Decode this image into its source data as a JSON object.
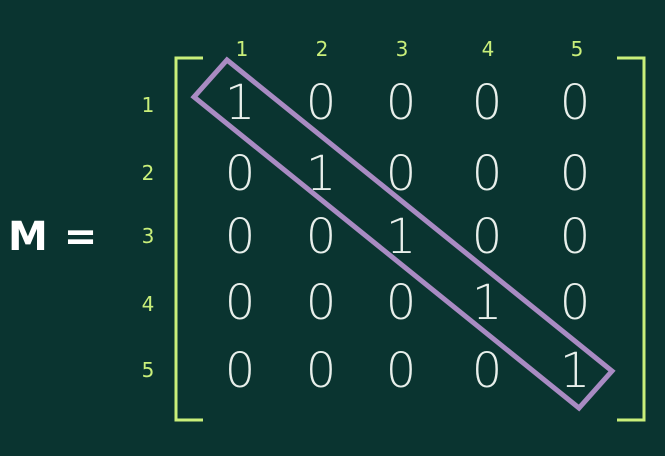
{
  "matrix_label": "M =",
  "column_indices": [
    "1",
    "2",
    "3",
    "4",
    "5"
  ],
  "row_indices": [
    "1",
    "2",
    "3",
    "4",
    "5"
  ],
  "matrix": [
    [
      "1",
      "0",
      "0",
      "0",
      "0"
    ],
    [
      "0",
      "1",
      "0",
      "0",
      "0"
    ],
    [
      "0",
      "0",
      "1",
      "0",
      "0"
    ],
    [
      "0",
      "0",
      "0",
      "1",
      "0"
    ],
    [
      "0",
      "0",
      "0",
      "0",
      "1"
    ]
  ],
  "colors": {
    "background": "#0a3430",
    "bracket": "#c9ef7a",
    "index_text": "#c9ef7a",
    "entry_text": "#e8efeb",
    "diagonal_highlight": "#a98bc3"
  }
}
